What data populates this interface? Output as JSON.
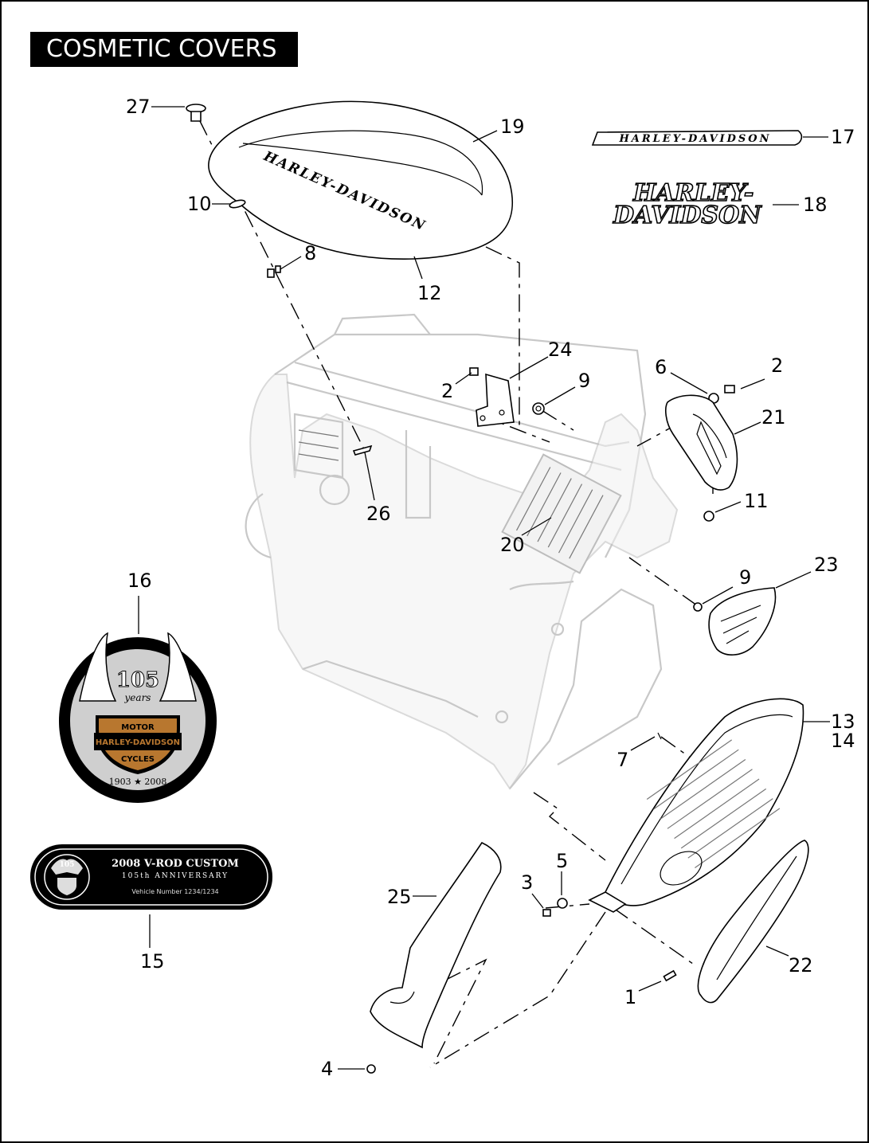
{
  "title": "COSMETIC COVERS",
  "callouts": [
    {
      "id": "27",
      "label": "27"
    },
    {
      "id": "19",
      "label": "19"
    },
    {
      "id": "17",
      "label": "17"
    },
    {
      "id": "10",
      "label": "10"
    },
    {
      "id": "18",
      "label": "18"
    },
    {
      "id": "8",
      "label": "8"
    },
    {
      "id": "12",
      "label": "12"
    },
    {
      "id": "24",
      "label": "24"
    },
    {
      "id": "6",
      "label": "6"
    },
    {
      "id": "2a",
      "label": "2"
    },
    {
      "id": "2b",
      "label": "2"
    },
    {
      "id": "9a",
      "label": "9"
    },
    {
      "id": "21",
      "label": "21"
    },
    {
      "id": "11",
      "label": "11"
    },
    {
      "id": "26",
      "label": "26"
    },
    {
      "id": "20",
      "label": "20"
    },
    {
      "id": "16",
      "label": "16"
    },
    {
      "id": "9b",
      "label": "9"
    },
    {
      "id": "23",
      "label": "23"
    },
    {
      "id": "13",
      "label": "13"
    },
    {
      "id": "14",
      "label": "14"
    },
    {
      "id": "7",
      "label": "7"
    },
    {
      "id": "5",
      "label": "5"
    },
    {
      "id": "3",
      "label": "3"
    },
    {
      "id": "25",
      "label": "25"
    },
    {
      "id": "15",
      "label": "15"
    },
    {
      "id": "22",
      "label": "22"
    },
    {
      "id": "1",
      "label": "1"
    },
    {
      "id": "4",
      "label": "4"
    }
  ],
  "tank_lettering": "HARLEY-DAVIDSON",
  "emblem_17": "HARLEY-DAVIDSON",
  "emblem_18": {
    "line1": "HARLEY-",
    "line2": "DAVIDSON"
  },
  "medallion_16": {
    "number": "105",
    "word": "years",
    "shield_top": "MOTOR",
    "shield_middle": "HARLEY-DAVIDSON",
    "shield_bottom": "CYCLES",
    "years": "1903 ★ 2008"
  },
  "plaque_15": {
    "badge": "105",
    "line1": "2008 V-ROD CUSTOM",
    "line2": "105th ANNIVERSARY",
    "line3": "Vehicle Number 1234/1234"
  },
  "colors": {
    "ink": "#000000",
    "frame_gray": "#c8c8c8",
    "shield_orange": "#b8772f",
    "medallion_silver": "#cfcfcf"
  }
}
